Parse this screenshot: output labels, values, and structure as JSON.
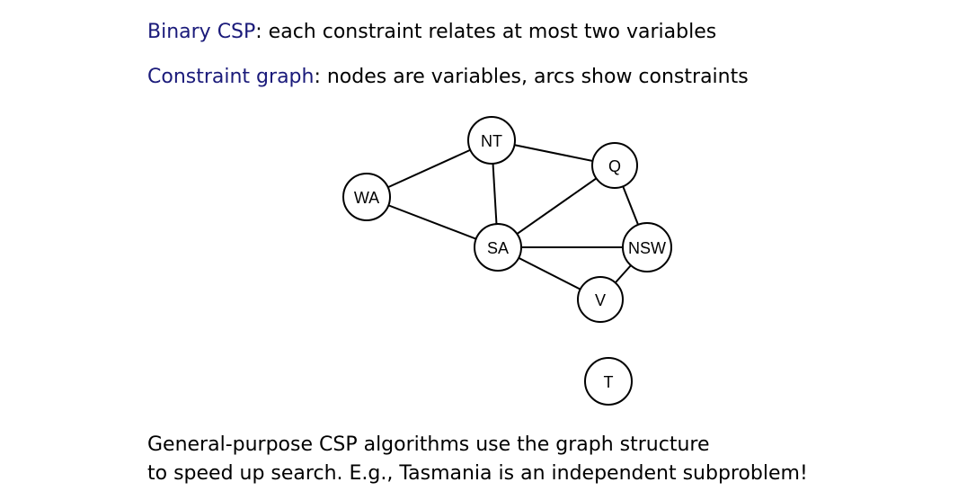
{
  "header": {
    "line1": {
      "term": "Binary CSP",
      "rest": ": each constraint relates at most two variables"
    },
    "line2": {
      "term": "Constraint graph",
      "rest": ": nodes are variables, arcs show constraints"
    }
  },
  "graph": {
    "nodes": [
      {
        "id": "NT",
        "label": "NT"
      },
      {
        "id": "Q",
        "label": "Q"
      },
      {
        "id": "WA",
        "label": "WA"
      },
      {
        "id": "SA",
        "label": "SA"
      },
      {
        "id": "NSW",
        "label": "NSW"
      },
      {
        "id": "V",
        "label": "V"
      },
      {
        "id": "T",
        "label": "T"
      }
    ],
    "edges": [
      [
        "WA",
        "NT"
      ],
      [
        "WA",
        "SA"
      ],
      [
        "NT",
        "SA"
      ],
      [
        "NT",
        "Q"
      ],
      [
        "SA",
        "Q"
      ],
      [
        "SA",
        "NSW"
      ],
      [
        "SA",
        "V"
      ],
      [
        "Q",
        "NSW"
      ],
      [
        "NSW",
        "V"
      ]
    ]
  },
  "footer": {
    "line1": "General-purpose CSP algorithms use the graph structure",
    "line2": "to speed up search. E.g., Tasmania is an independent subproblem!"
  },
  "colors": {
    "term": "#1a1a7a",
    "text": "#000000",
    "background": "#ffffff"
  }
}
